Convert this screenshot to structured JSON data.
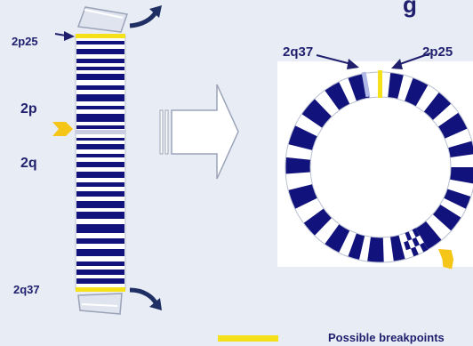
{
  "labels": {
    "title_fragment": "g",
    "left_2p25": "2p25",
    "left_2p": "2p",
    "left_2q": "2q",
    "left_2q37": "2q37",
    "ring_2q37": "2q37",
    "ring_2p25": "2p25"
  },
  "legend": {
    "label": "Possible breakpoints"
  },
  "colors": {
    "band_dark": "#12127c",
    "breakpoint": "#f5e11a",
    "background": "#e8edf5",
    "label": "#1f1f6e"
  },
  "icons": {
    "chromosome": "linear-chromosome-2-icon",
    "ring": "ring-chromosome-icon",
    "transform_arrow": "block-arrow-right-icon",
    "curl_arrows": "curved-arrow-icon",
    "centromere_pointer": "centromere-arrowhead-icon"
  }
}
